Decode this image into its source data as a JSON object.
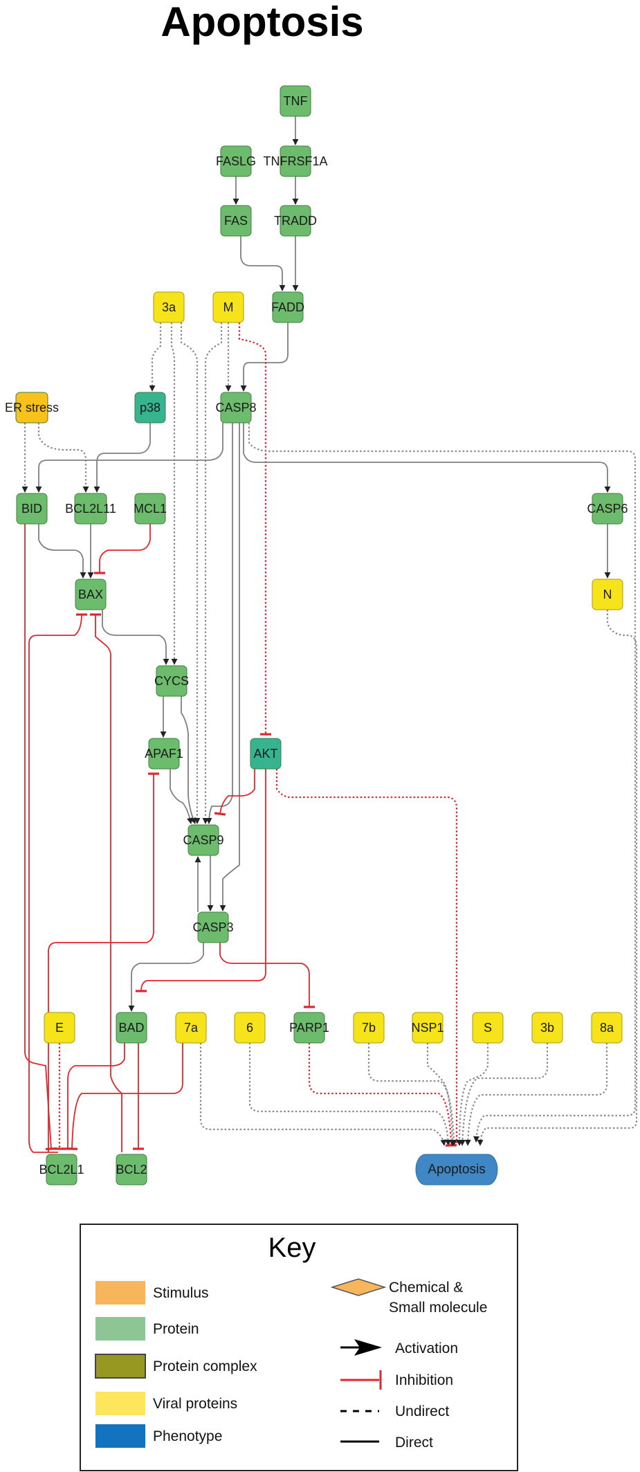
{
  "title": "Apoptosis",
  "nodes": [
    {
      "id": "TNF",
      "label": "TNF",
      "kind": "protein"
    },
    {
      "id": "FASLG",
      "label": "FASLG",
      "kind": "protein"
    },
    {
      "id": "TNFRSF1A",
      "label": "TNFRSF1A",
      "kind": "protein"
    },
    {
      "id": "FAS",
      "label": "FAS",
      "kind": "protein"
    },
    {
      "id": "TRADD",
      "label": "TRADD",
      "kind": "protein"
    },
    {
      "id": "3a",
      "label": "3a",
      "kind": "viral"
    },
    {
      "id": "M",
      "label": "M",
      "kind": "viral"
    },
    {
      "id": "FADD",
      "label": "FADD",
      "kind": "protein"
    },
    {
      "id": "ERstress",
      "label": "ER stress",
      "kind": "stimulus"
    },
    {
      "id": "p38",
      "label": "p38",
      "kind": "protein-teal"
    },
    {
      "id": "CASP8",
      "label": "CASP8",
      "kind": "protein"
    },
    {
      "id": "BID",
      "label": "BID",
      "kind": "protein"
    },
    {
      "id": "BCL2L11",
      "label": "BCL2L11",
      "kind": "protein"
    },
    {
      "id": "MCL1",
      "label": "MCL1",
      "kind": "protein"
    },
    {
      "id": "CASP6",
      "label": "CASP6",
      "kind": "protein"
    },
    {
      "id": "BAX",
      "label": "BAX",
      "kind": "protein"
    },
    {
      "id": "N",
      "label": "N",
      "kind": "viral"
    },
    {
      "id": "CYCS",
      "label": "CYCS",
      "kind": "protein"
    },
    {
      "id": "APAF1",
      "label": "APAF1",
      "kind": "protein"
    },
    {
      "id": "AKT",
      "label": "AKT",
      "kind": "protein-teal"
    },
    {
      "id": "CASP9",
      "label": "CASP9",
      "kind": "protein"
    },
    {
      "id": "CASP3",
      "label": "CASP3",
      "kind": "protein"
    },
    {
      "id": "E",
      "label": "E",
      "kind": "viral"
    },
    {
      "id": "BAD",
      "label": "BAD",
      "kind": "protein"
    },
    {
      "id": "7a",
      "label": "7a",
      "kind": "viral"
    },
    {
      "id": "6",
      "label": "6",
      "kind": "viral"
    },
    {
      "id": "PARP1",
      "label": "PARP1",
      "kind": "protein"
    },
    {
      "id": "7b",
      "label": "7b",
      "kind": "viral"
    },
    {
      "id": "NSP1",
      "label": "NSP1",
      "kind": "viral"
    },
    {
      "id": "S",
      "label": "S",
      "kind": "viral"
    },
    {
      "id": "3b",
      "label": "3b",
      "kind": "viral"
    },
    {
      "id": "8a",
      "label": "8a",
      "kind": "viral"
    },
    {
      "id": "BCL2L1",
      "label": "BCL2L1",
      "kind": "protein"
    },
    {
      "id": "BCL2",
      "label": "BCL2",
      "kind": "protein"
    },
    {
      "id": "Apoptosis",
      "label": "Apoptosis",
      "kind": "phenotype"
    }
  ],
  "edges": [
    {
      "from": "TNF",
      "to": "TNFRSF1A",
      "type": "activation",
      "style": "direct"
    },
    {
      "from": "FASLG",
      "to": "FAS",
      "type": "activation",
      "style": "direct"
    },
    {
      "from": "TNFRSF1A",
      "to": "TRADD",
      "type": "activation",
      "style": "direct"
    },
    {
      "from": "FAS",
      "to": "FADD",
      "type": "activation",
      "style": "direct"
    },
    {
      "from": "TRADD",
      "to": "FADD",
      "type": "activation",
      "style": "direct"
    },
    {
      "from": "FADD",
      "to": "CASP8",
      "type": "activation",
      "style": "direct"
    },
    {
      "from": "3a",
      "to": "p38",
      "type": "activation",
      "style": "indirect"
    },
    {
      "from": "3a",
      "to": "CYCS",
      "type": "activation",
      "style": "indirect"
    },
    {
      "from": "3a",
      "to": "CASP9",
      "type": "activation",
      "style": "indirect"
    },
    {
      "from": "M",
      "to": "CASP8",
      "type": "activation",
      "style": "indirect"
    },
    {
      "from": "M",
      "to": "CASP9",
      "type": "activation",
      "style": "indirect"
    },
    {
      "from": "M",
      "to": "AKT",
      "type": "inhibition",
      "style": "indirect"
    },
    {
      "from": "ERstress",
      "to": "BID",
      "type": "activation",
      "style": "indirect"
    },
    {
      "from": "ERstress",
      "to": "BCL2L11",
      "type": "activation",
      "style": "indirect"
    },
    {
      "from": "p38",
      "to": "BCL2L11",
      "type": "activation",
      "style": "direct"
    },
    {
      "from": "CASP8",
      "to": "BID",
      "type": "activation",
      "style": "direct"
    },
    {
      "from": "CASP8",
      "to": "CASP6",
      "type": "activation",
      "style": "direct"
    },
    {
      "from": "CASP8",
      "to": "CASP9",
      "type": "activation",
      "style": "direct"
    },
    {
      "from": "CASP8",
      "to": "CASP3",
      "type": "activation",
      "style": "direct"
    },
    {
      "from": "CASP8",
      "to": "Apoptosis",
      "type": "activation",
      "style": "indirect"
    },
    {
      "from": "BID",
      "to": "BAX",
      "type": "activation",
      "style": "direct"
    },
    {
      "from": "BCL2L11",
      "to": "BAX",
      "type": "activation",
      "style": "direct"
    },
    {
      "from": "MCL1",
      "to": "BAX",
      "type": "inhibition",
      "style": "direct"
    },
    {
      "from": "CASP6",
      "to": "N",
      "type": "activation",
      "style": "direct"
    },
    {
      "from": "N",
      "to": "Apoptosis",
      "type": "activation",
      "style": "indirect"
    },
    {
      "from": "BAX",
      "to": "CYCS",
      "type": "activation",
      "style": "direct"
    },
    {
      "from": "CYCS",
      "to": "APAF1",
      "type": "activation",
      "style": "direct"
    },
    {
      "from": "CYCS",
      "to": "CASP9",
      "type": "activation",
      "style": "direct"
    },
    {
      "from": "APAF1",
      "to": "CASP9",
      "type": "activation",
      "style": "direct"
    },
    {
      "from": "AKT",
      "to": "CASP9",
      "type": "inhibition",
      "style": "direct"
    },
    {
      "from": "AKT",
      "to": "BAD",
      "type": "inhibition",
      "style": "direct"
    },
    {
      "from": "AKT",
      "to": "Apoptosis",
      "type": "inhibition",
      "style": "indirect"
    },
    {
      "from": "CASP9",
      "to": "CASP3",
      "type": "activation",
      "style": "direct"
    },
    {
      "from": "CASP3",
      "to": "CASP9",
      "type": "activation",
      "style": "direct"
    },
    {
      "from": "CASP3",
      "to": "BAD",
      "type": "activation",
      "style": "direct"
    },
    {
      "from": "CASP3",
      "to": "PARP1",
      "type": "inhibition",
      "style": "direct"
    },
    {
      "from": "BID",
      "to": "BCL2L1",
      "type": "inhibition",
      "style": "direct"
    },
    {
      "from": "E",
      "to": "BCL2L1",
      "type": "inhibition",
      "style": "indirect"
    },
    {
      "from": "BAD",
      "to": "BCL2L1",
      "type": "inhibition",
      "style": "direct"
    },
    {
      "from": "BAD",
      "to": "BCL2",
      "type": "inhibition",
      "style": "direct"
    },
    {
      "from": "7a",
      "to": "BCL2L1",
      "type": "inhibition",
      "style": "direct"
    },
    {
      "from": "BCL2L1",
      "to": "BAX",
      "type": "inhibition",
      "style": "direct"
    },
    {
      "from": "BCL2",
      "to": "BAX",
      "type": "inhibition",
      "style": "direct"
    },
    {
      "from": "BCL2L1",
      "to": "APAF1",
      "type": "inhibition",
      "style": "direct"
    },
    {
      "from": "7a",
      "to": "Apoptosis",
      "type": "activation",
      "style": "indirect"
    },
    {
      "from": "6",
      "to": "Apoptosis",
      "type": "activation",
      "style": "indirect"
    },
    {
      "from": "PARP1",
      "to": "Apoptosis",
      "type": "inhibition",
      "style": "indirect"
    },
    {
      "from": "7b",
      "to": "Apoptosis",
      "type": "activation",
      "style": "indirect"
    },
    {
      "from": "NSP1",
      "to": "Apoptosis",
      "type": "activation",
      "style": "indirect"
    },
    {
      "from": "S",
      "to": "Apoptosis",
      "type": "activation",
      "style": "indirect"
    },
    {
      "from": "3b",
      "to": "Apoptosis",
      "type": "activation",
      "style": "indirect"
    },
    {
      "from": "8a",
      "to": "Apoptosis",
      "type": "activation",
      "style": "indirect"
    }
  ],
  "colors": {
    "protein": "#6dbb6d",
    "protein_teal": "#36b38f",
    "viral": "#f6e31a",
    "stimulus": "#f8c21a",
    "phenotype": "#3f88c5",
    "activation": "#222222",
    "indirect": "#8a8a8a",
    "inhibition": "#e0262d"
  },
  "key": {
    "title": "Key",
    "categories": [
      {
        "label": "Stimulus",
        "color": "#f7b65c",
        "icon": "swatch"
      },
      {
        "label": "Protein",
        "color": "#8ec594",
        "icon": "swatch"
      },
      {
        "label": "Protein complex",
        "color": "#979821",
        "icon": "swatch"
      },
      {
        "label": "Viral proteins",
        "color": "#fde65e",
        "icon": "swatch"
      },
      {
        "label": "Phenotype",
        "color": "#1373be",
        "icon": "swatch"
      }
    ],
    "chemical_line1": "Chemical &",
    "chemical_line2": "Small molecule",
    "chemical_color": "#f7b65c",
    "edge_types": [
      {
        "label": "Activation",
        "icon": "activation-arrow-icon"
      },
      {
        "label": "Inhibition",
        "icon": "inhibition-bar-icon"
      },
      {
        "label": "Undirect",
        "icon": "dashed-line-icon"
      },
      {
        "label": "Direct",
        "icon": "solid-line-icon"
      }
    ]
  }
}
